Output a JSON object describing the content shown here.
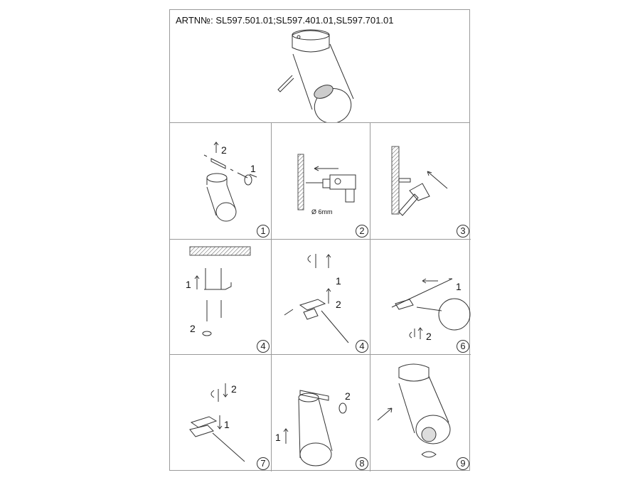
{
  "header": {
    "title": "ARTN№: SL597.501.01;SL597.401.01,SL597.701.01"
  },
  "steps": [
    {
      "number": "1",
      "labels": [
        "2",
        "1"
      ]
    },
    {
      "number": "2",
      "note": "Ø 6mm"
    },
    {
      "number": "3"
    },
    {
      "number": "4",
      "labels": [
        "1",
        "2"
      ]
    },
    {
      "number": "4",
      "labels": [
        "1",
        "2"
      ]
    },
    {
      "number": "6",
      "labels": [
        "1",
        "2"
      ]
    },
    {
      "number": "7",
      "labels": [
        "2",
        "1"
      ]
    },
    {
      "number": "8",
      "labels": [
        "2",
        "1"
      ]
    },
    {
      "number": "9"
    }
  ]
}
